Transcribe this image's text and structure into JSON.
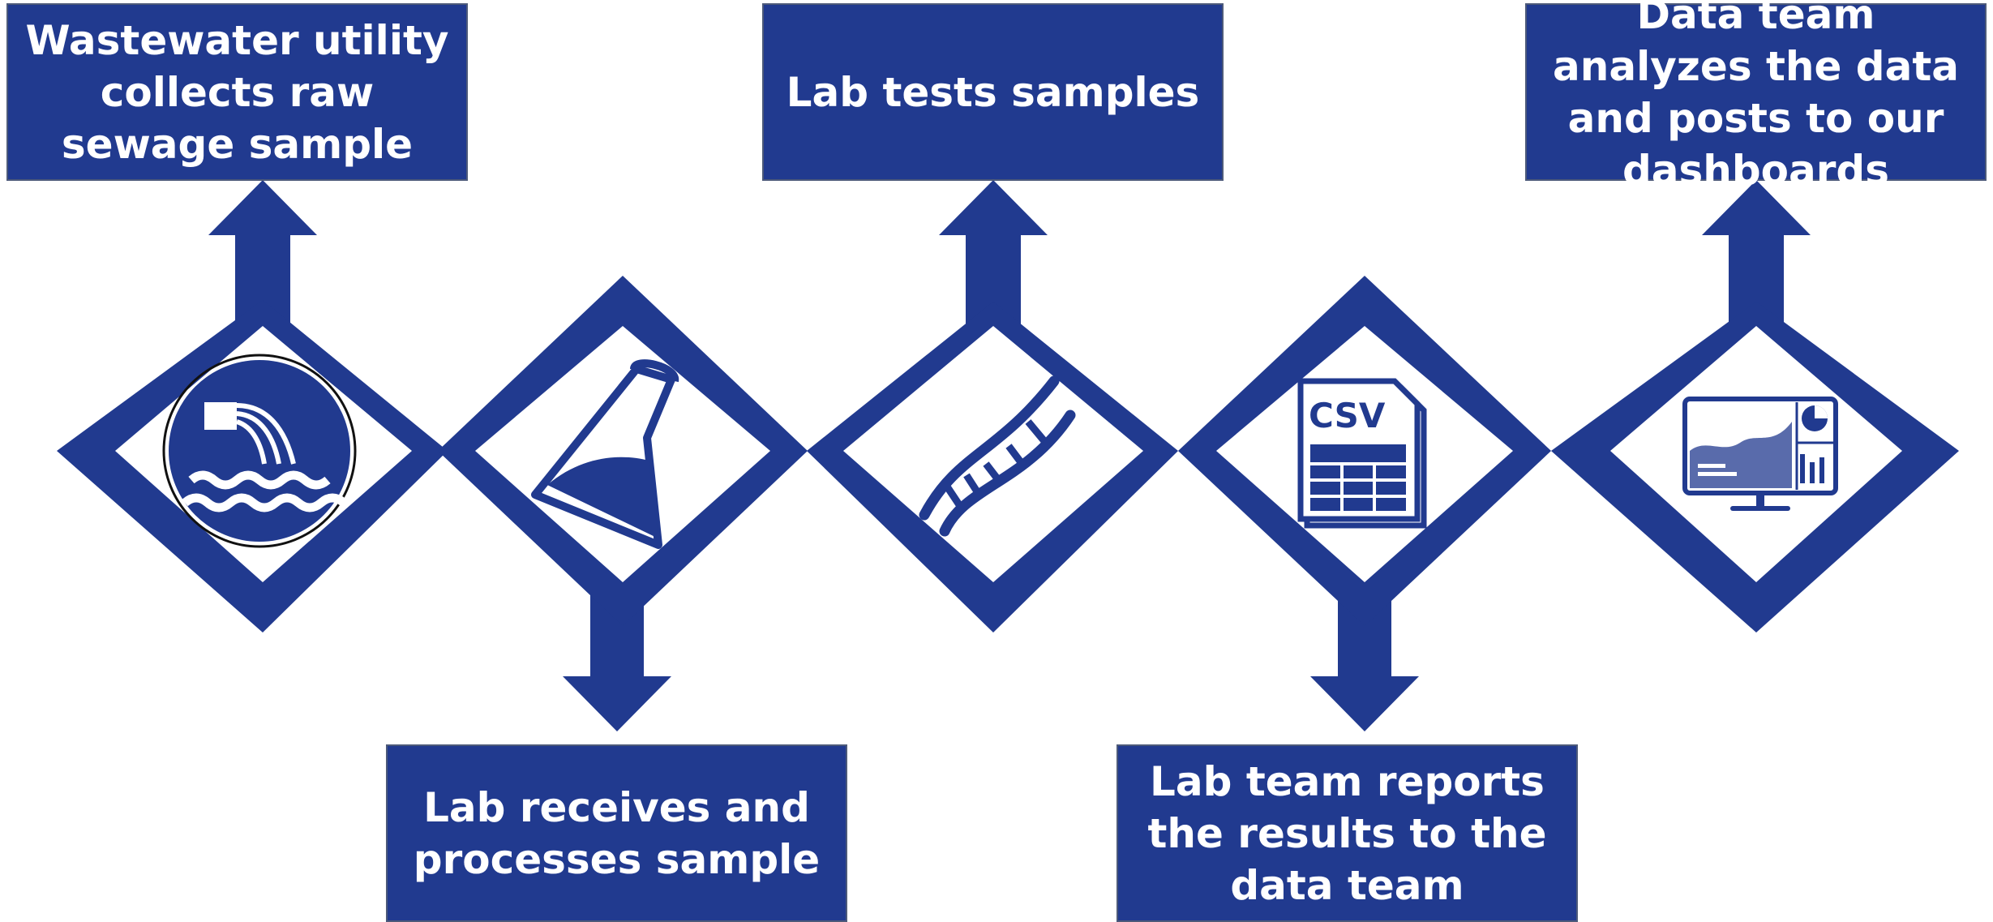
{
  "steps": [
    {
      "label": "Wastewater utility collects raw sewage sample",
      "icon": "sewage-outfall-icon"
    },
    {
      "label": "Lab receives and processes sample",
      "icon": "flask-icon"
    },
    {
      "label": "Lab tests samples",
      "icon": "dna-icon"
    },
    {
      "label": "Lab team reports the results to the data team",
      "icon": "csv-file-icon"
    },
    {
      "label": "Data team analyzes the data and posts to our dashboards",
      "icon": "dashboard-monitor-icon"
    }
  ],
  "colors": {
    "primary": "#213a8f",
    "background": "#ffffff"
  }
}
